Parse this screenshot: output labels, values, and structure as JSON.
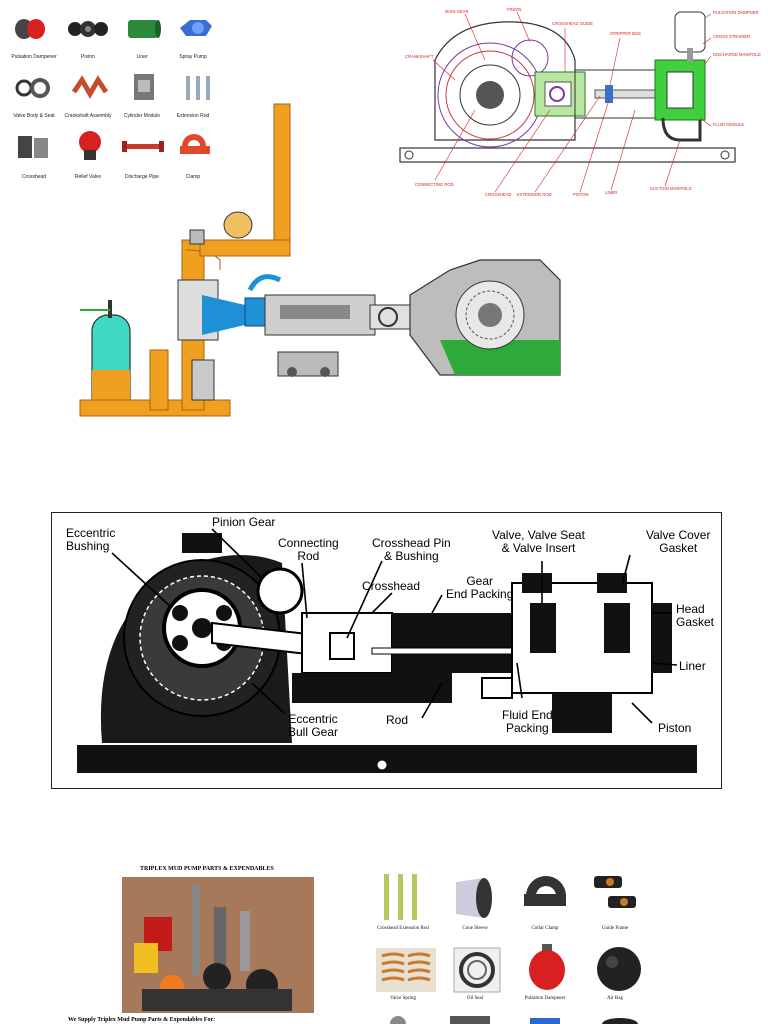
{
  "parts_grid": {
    "items": [
      {
        "label": "Pulsation Dampener",
        "icon": "dampener-icon"
      },
      {
        "label": "Piston",
        "icon": "piston-icon"
      },
      {
        "label": "Liner",
        "icon": "liner-icon"
      },
      {
        "label": "Spray Pump",
        "icon": "spray-pump-icon"
      },
      {
        "label": "Valve Body & Seat",
        "icon": "valve-body-icon"
      },
      {
        "label": "Crankshaft Assembly",
        "icon": "crankshaft-icon"
      },
      {
        "label": "Cylinder Module",
        "icon": "cylinder-module-icon"
      },
      {
        "label": "Extension Rod",
        "icon": "extension-rod-icon"
      },
      {
        "label": "Crosshead",
        "icon": "crosshead-icon"
      },
      {
        "label": "Relief Valve",
        "icon": "relief-valve-icon"
      },
      {
        "label": "Discharge Pipe",
        "icon": "discharge-pipe-icon"
      },
      {
        "label": "Clamp",
        "icon": "clamp-icon"
      }
    ]
  },
  "cutaway_labels": {
    "main_gear": "MAIN GEAR",
    "pinion": "PINION",
    "crosshead_guide": "CROSSHEAD GUIDE",
    "stripper_box": "STRIPPER BOX",
    "pulsation_dampner": "PULSATION DAMPNER",
    "cross_strainer": "CROSS STRAINER",
    "discharge_manifold": "DISCHARGE MANIFOLD",
    "crankshaft": "CRANKSHAFT",
    "fluid_module": "FLUID MODULE",
    "connecting_rod": "CONNECTING ROD",
    "crosshead": "CROSSHEAD",
    "extension_rod": "EXTENSION ROD",
    "piston": "PISTON",
    "liner": "LINER",
    "suction_manifold": "SUCTION MANIFOLD"
  },
  "bw_labels": {
    "eccentric_bushing": "Eccentric\nBushing",
    "pinion_gear": "Pinion Gear",
    "connecting_rod": "Connecting\nRod",
    "crosshead_pin": "Crosshead Pin\n& Bushing",
    "crosshead": "Crosshead",
    "gear_end_packing": "Gear\nEnd Packing",
    "valve_seat": "Valve, Valve Seat\n& Valve Insert",
    "valve_cover_gasket": "Valve Cover\nGasket",
    "head_gasket": "Head\nGasket",
    "liner": "Liner",
    "eccentric_bull_gear": "Eccentric\nBull Gear",
    "rod": "Rod",
    "fluid_end_packing": "Fluid End\nPacking",
    "piston": "Piston"
  },
  "catalog": {
    "title": "TRIPLEX MUD PUMP PARTS & EXPENDABLES",
    "supply_text": "We Supply Triplex Mud Pump Parts & Expendables For:",
    "items": [
      {
        "label": "Crosshead Extension Rod",
        "icon": "extension-rod-icon"
      },
      {
        "label": "Cone Sleeve",
        "icon": "cone-sleeve-icon"
      },
      {
        "label": "Collar Clamp",
        "icon": "collar-clamp-icon"
      },
      {
        "label": "Guide Frame",
        "icon": "guide-frame-icon"
      },
      {
        "label": "Valve Spring",
        "icon": "valve-spring-icon"
      },
      {
        "label": "Oil Seal",
        "icon": "oil-seal-icon"
      },
      {
        "label": "Pulsation Dampener",
        "icon": "dampener-icon"
      },
      {
        "label": "Air Bag",
        "icon": "air-bag-icon"
      }
    ]
  },
  "colors": {
    "orange": "#f0a020",
    "green": "#2eaa3a",
    "red": "#d92020",
    "cyan": "#3fd9c4",
    "blue": "#1e90d6"
  }
}
